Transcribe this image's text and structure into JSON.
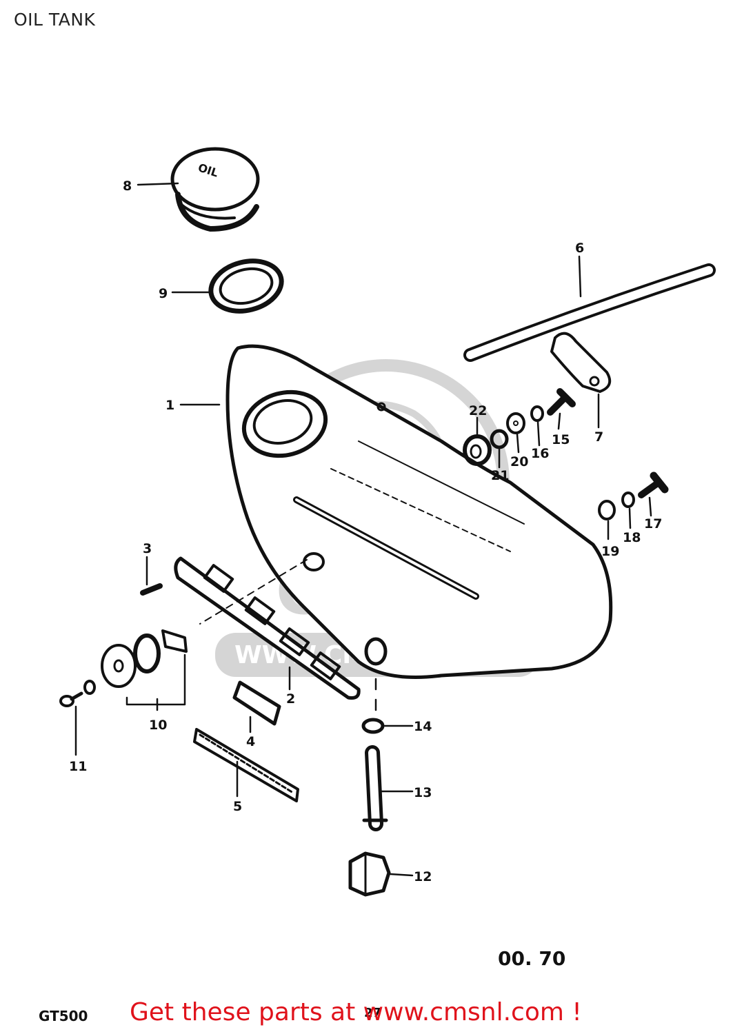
{
  "page": {
    "title": "OIL TANK",
    "model_code": "GT500",
    "page_number": "27",
    "doc_number": "00. 70",
    "promo_text": "Get these parts at www.cmsnl.com !",
    "promo_color": "#e0121b"
  },
  "watermark": {
    "brand": "CMS",
    "url": "WWW.CMSNL.COM"
  },
  "diagram": {
    "cap_marking": "OIL",
    "callouts": [
      "1",
      "2",
      "3",
      "4",
      "5",
      "6",
      "7",
      "8",
      "9",
      "10",
      "11",
      "12",
      "13",
      "14",
      "15",
      "16",
      "17",
      "18",
      "19",
      "20",
      "21",
      "22"
    ]
  }
}
